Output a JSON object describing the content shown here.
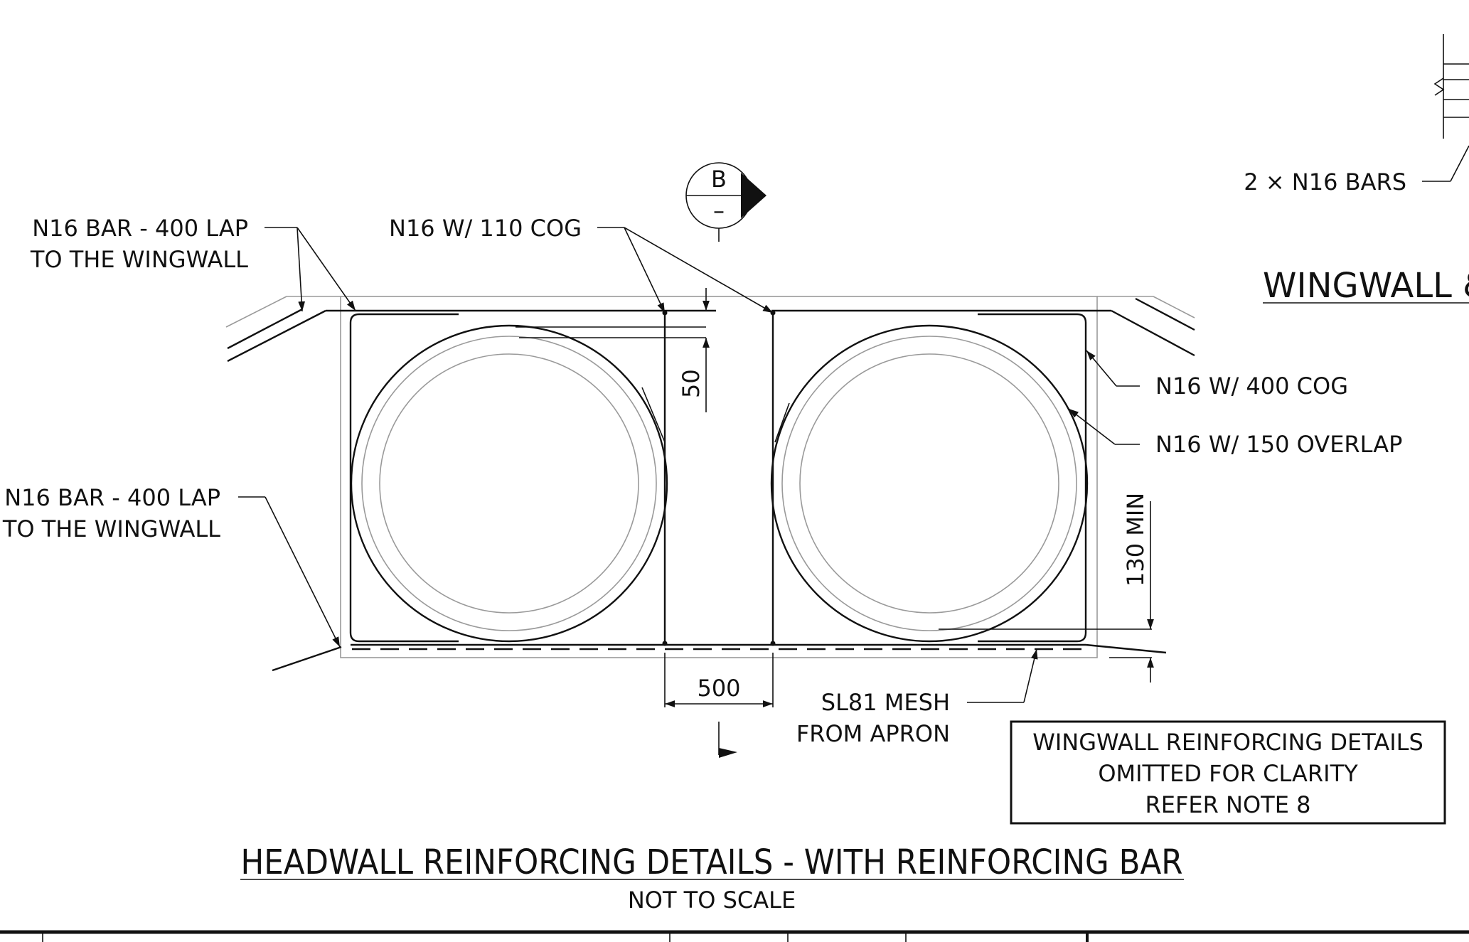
{
  "labels": {
    "n16_bar_lap_top_l1": "N16 BAR - 400 LAP",
    "n16_bar_lap_top_l2": "TO THE WINGWALL",
    "n16_110_cog": "N16 W/ 110 COG",
    "n16_bar_lap_bot_l1": "N16 BAR - 400 LAP",
    "n16_bar_lap_bot_l2": "TO THE WINGWALL",
    "n16_400_cog": "N16 W/ 400 COG",
    "n16_150_overlap": "N16 W/ 150 OVERLAP",
    "two_n16_bars": "2 × N16 BARS",
    "sl81_mesh_l1": "SL81 MESH",
    "sl81_mesh_l2": "FROM APRON"
  },
  "dimensions": {
    "top_cover": "50",
    "side_cover": "130 MIN",
    "pier_width": "500"
  },
  "section_marker": {
    "letter": "B",
    "sheet": "–"
  },
  "note_box": {
    "line1": "WINGWALL REINFORCING DETAILS",
    "line2": "OMITTED FOR CLARITY",
    "line3": "REFER NOTE 8"
  },
  "titles": {
    "main": "HEADWALL REINFORCING DETAILS - WITH REINFORCING BAR",
    "scale": "NOT TO SCALE",
    "partial_right": "WINGWALL &"
  }
}
